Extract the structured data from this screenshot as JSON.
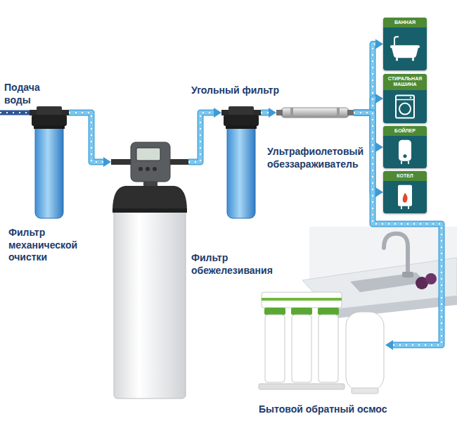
{
  "diagram": {
    "nodes": [
      {
        "text": [
          "Фильтр механической очистки"
        ]
      },
      {
        "text": [
          "Фильтр обежелезивания"
        ]
      },
      {
        "text": [
          "Угольный фильтр"
        ]
      },
      {
        "text": [
          "Ультрафиолетовый обеззараживатель"
        ]
      },
      {
        "text": [
          "ВАННАЯ"
        ]
      },
      {
        "text": [
          "СТИРАЛЬНАЯ МАШИНА"
        ]
      },
      {
        "text": [
          "БОЙЛЕР"
        ]
      },
      {
        "text": [
          "КОТЕЛ"
        ]
      },
      {
        "text": [
          "Бытовой обратный осмос"
        ]
      }
    ],
    "edges": [
      {
        "from": 0,
        "to": 1,
        "arrow": "to"
      },
      {
        "from": 1,
        "to": 2,
        "arrow": "to"
      },
      {
        "from": 2,
        "to": 3,
        "arrow": "to"
      },
      {
        "from": 3,
        "to": 4,
        "arrow": "to"
      },
      {
        "from": 3,
        "to": 5,
        "arrow": "to"
      },
      {
        "from": 3,
        "to": 6,
        "arrow": "to"
      },
      {
        "from": 3,
        "to": 7,
        "arrow": "to"
      },
      {
        "from": 3,
        "to": 8,
        "arrow": "to"
      }
    ],
    "labels": [
      "Подача воды"
    ]
  }
}
